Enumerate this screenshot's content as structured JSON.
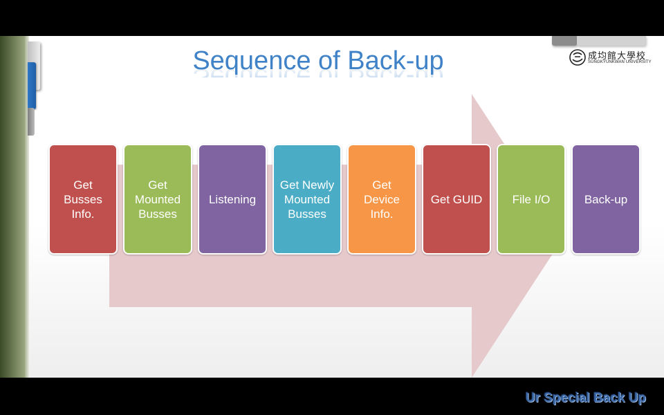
{
  "slide": {
    "title": "Sequence of Back-up",
    "footer": "Ur Special Back Up"
  },
  "logo": {
    "chinese_text": "成均館大學校",
    "english_text": "SUNGKYUNKWAN UNIVERSITY"
  },
  "colors": {
    "title": "#3f82c7",
    "arrow": "#e6c9cb",
    "red": "#c0504d",
    "green": "#9bbb59",
    "purple": "#8064a2",
    "blue": "#4bacc6",
    "orange": "#f79646"
  },
  "steps": [
    {
      "label": "Get Busses Info.",
      "color": "#c0504d"
    },
    {
      "label": "Get Mounted Busses",
      "color": "#9bbb59"
    },
    {
      "label": "Listening",
      "color": "#8064a2"
    },
    {
      "label": "Get Newly Mounted Busses",
      "color": "#4bacc6"
    },
    {
      "label": "Get Device Info.",
      "color": "#f79646"
    },
    {
      "label": "Get GUID",
      "color": "#c0504d"
    },
    {
      "label": "File I/O",
      "color": "#9bbb59"
    },
    {
      "label": "Back-up",
      "color": "#8064a2"
    }
  ]
}
